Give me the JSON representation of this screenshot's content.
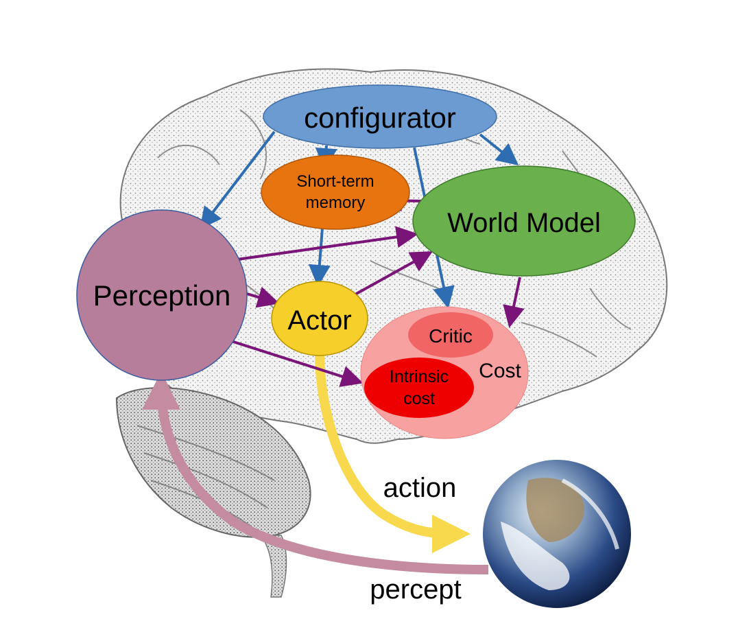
{
  "nodes": {
    "configurator": {
      "label": "configurator",
      "color": "#6b9bd1"
    },
    "short_term_memory": {
      "label_line1": "Short-term",
      "label_line2": "memory",
      "color": "#e8740f"
    },
    "world_model": {
      "label": "World Model",
      "color": "#6ab04c"
    },
    "perception": {
      "label": "Perception",
      "color": "#b67e9b"
    },
    "actor": {
      "label": "Actor",
      "color": "#f7cf2a"
    },
    "cost": {
      "label": "Cost",
      "color": "#f8a1a1"
    },
    "critic": {
      "label": "Critic",
      "color": "#f26565"
    },
    "intrinsic_cost": {
      "label_line1": "Intrinsic",
      "label_line2": "cost",
      "color": "#ee0000"
    }
  },
  "flows": {
    "action": {
      "label": "action",
      "color": "#f8d94e"
    },
    "percept": {
      "label": "percept",
      "color": "#c48ba1"
    }
  },
  "colors": {
    "config_arrow": "#2f6db3",
    "internal_arrow": "#7b1478"
  },
  "background": {
    "brain_sketch": "brain-illustration",
    "earth_image": "earth-globe"
  }
}
